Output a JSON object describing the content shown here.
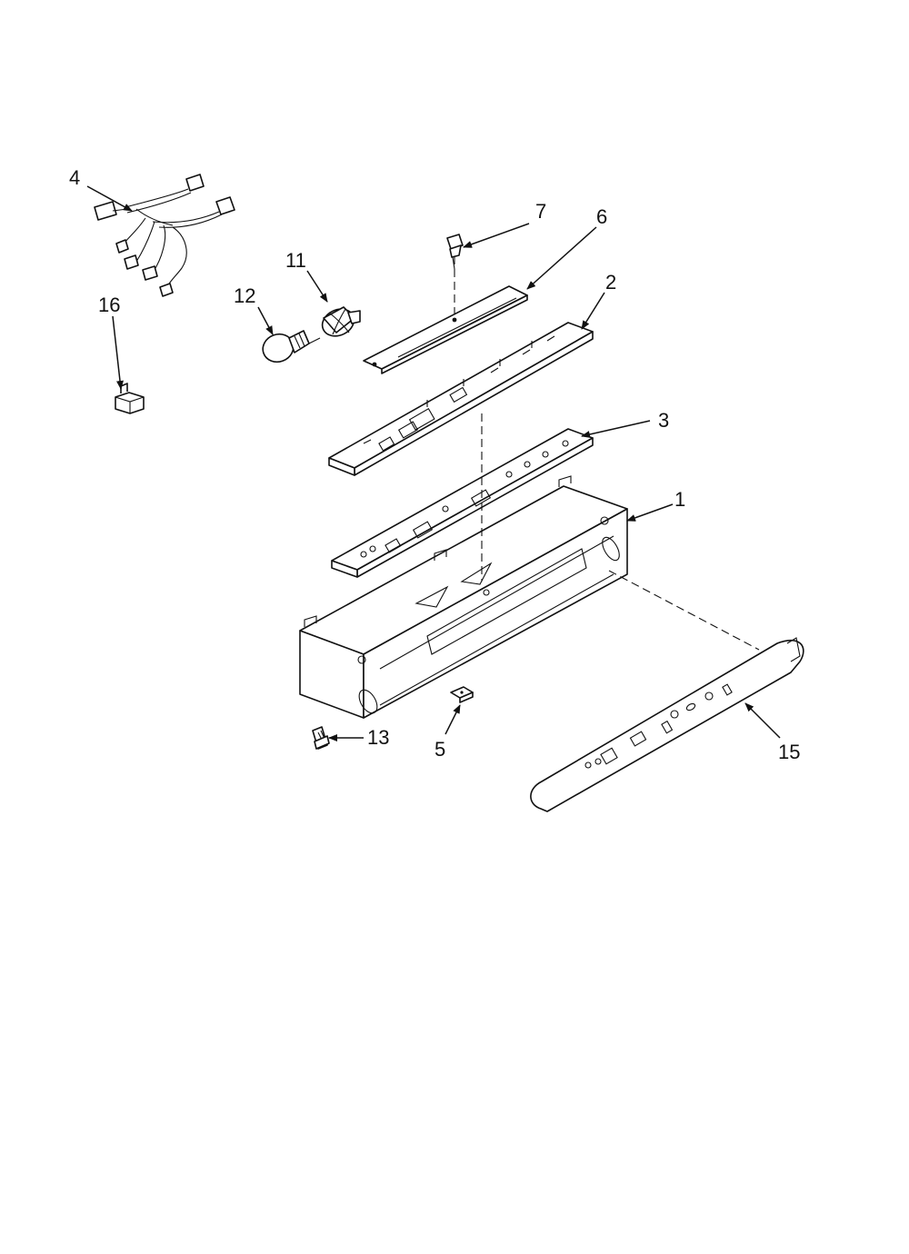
{
  "callouts": {
    "c1": "1",
    "c2": "2",
    "c3": "3",
    "c4": "4",
    "c5": "5",
    "c6": "6",
    "c7": "7",
    "c11": "11",
    "c12": "12",
    "c13": "13",
    "c15": "15",
    "c16": "16"
  }
}
